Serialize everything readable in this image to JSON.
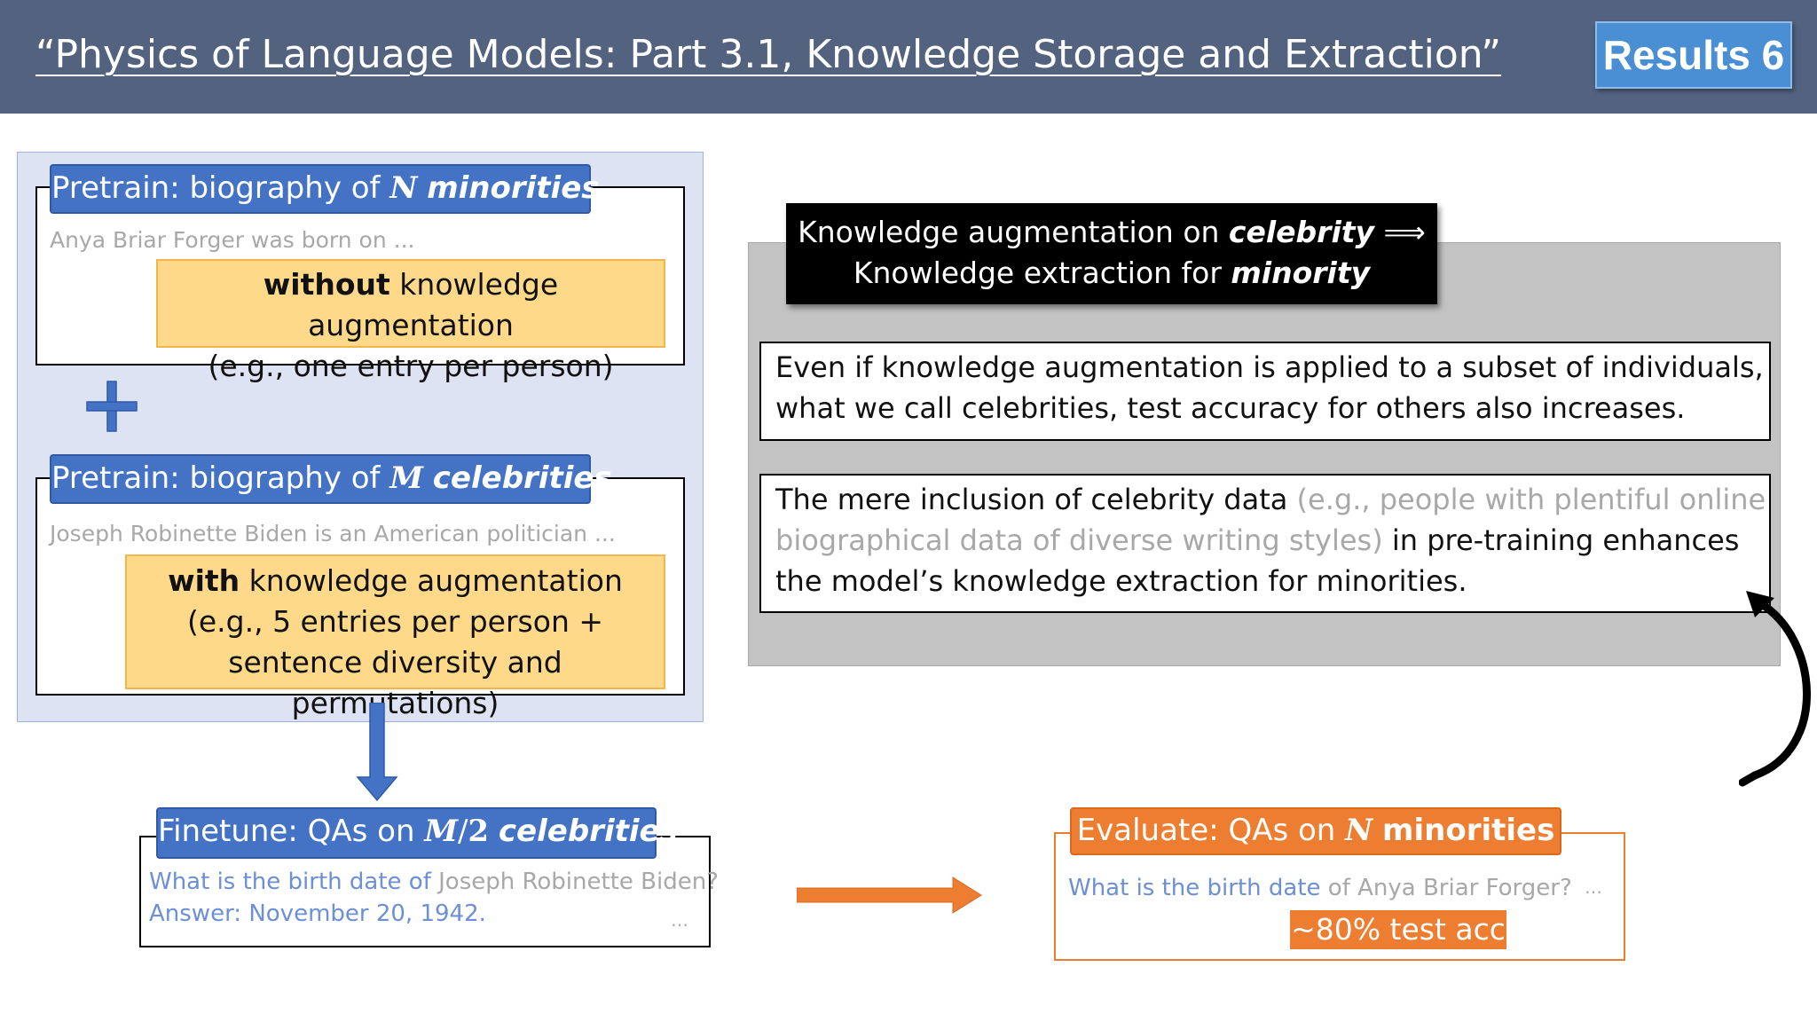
{
  "header": {
    "title": "“Physics of Language Models: Part 3.1, Knowledge Storage and Extraction”",
    "badge": "Results 6"
  },
  "pretrain_minorities": {
    "tab_prefix": "Pretrain: biography of ",
    "tab_var": "N",
    "tab_suffix": "minorities",
    "example": "Anya Briar Forger was born on ...",
    "aug_bold": "without",
    "aug_rest": " knowledge augmentation",
    "aug_line2": "(e.g., one entry per person)"
  },
  "pretrain_celebrities": {
    "tab_prefix": "Pretrain: biography of ",
    "tab_var": "M",
    "tab_suffix": "celebrities",
    "example": "Joseph Robinette Biden is an American politician ...",
    "aug_bold": "with",
    "aug_rest": " knowledge augmentation",
    "aug_line2": "(e.g., 5 entries per person +",
    "aug_line3": "sentence diversity and permutations)"
  },
  "finetune": {
    "tab_prefix": "Finetune: QAs on ",
    "tab_var": "M",
    "tab_slash": "/",
    "tab_num": "2",
    "tab_suffix": "celebrities",
    "question_prefix": "What is the birth date of",
    "question_name": " Joseph Robinette Biden?",
    "answer": "Answer: November 20, 1942.",
    "ellipsis": "…"
  },
  "evaluate": {
    "tab_prefix": "Evaluate: QAs on ",
    "tab_var": "N",
    "tab_suffix": "minorities",
    "question_prefix": "What is the birth date",
    "question_rest": " of Anya Briar Forger?",
    "ellipsis": "…",
    "accuracy": "~80% test acc"
  },
  "knowledge_box": {
    "line1_prefix": "Knowledge augmentation on ",
    "line1_em": "celebrity",
    "line1_arrow": " ⟹",
    "line2_prefix": "Knowledge extraction for ",
    "line2_em": "minority"
  },
  "statements": {
    "s1_line1": "Even if knowledge augmentation is applied to a subset of individuals,",
    "s1_line2": "what we call celebrities, test accuracy for others also increases.",
    "s2_line1_a": "The mere inclusion of celebrity data ",
    "s2_line1_b": "(e.g., people with plentiful online",
    "s2_line2_a": "biographical data of diverse writing styles)",
    "s2_line2_b": " in pre-training enhances",
    "s2_line3": "the model’s knowledge extraction for minorities."
  },
  "colors": {
    "header_bg": "#52627f",
    "badge_blue": "#4a8fd3",
    "tab_blue": "#4472c4",
    "panel_lavender": "#dde3f3",
    "augment_yellow": "#ffd98a",
    "orange": "#ed7d31",
    "gray_panel": "#c3c3c3"
  },
  "icons": {
    "plus": "plus-icon",
    "down_arrow": "down-arrow-icon",
    "right_arrow": "right-arrow-icon",
    "curved_arrow": "curved-arrow-icon"
  }
}
